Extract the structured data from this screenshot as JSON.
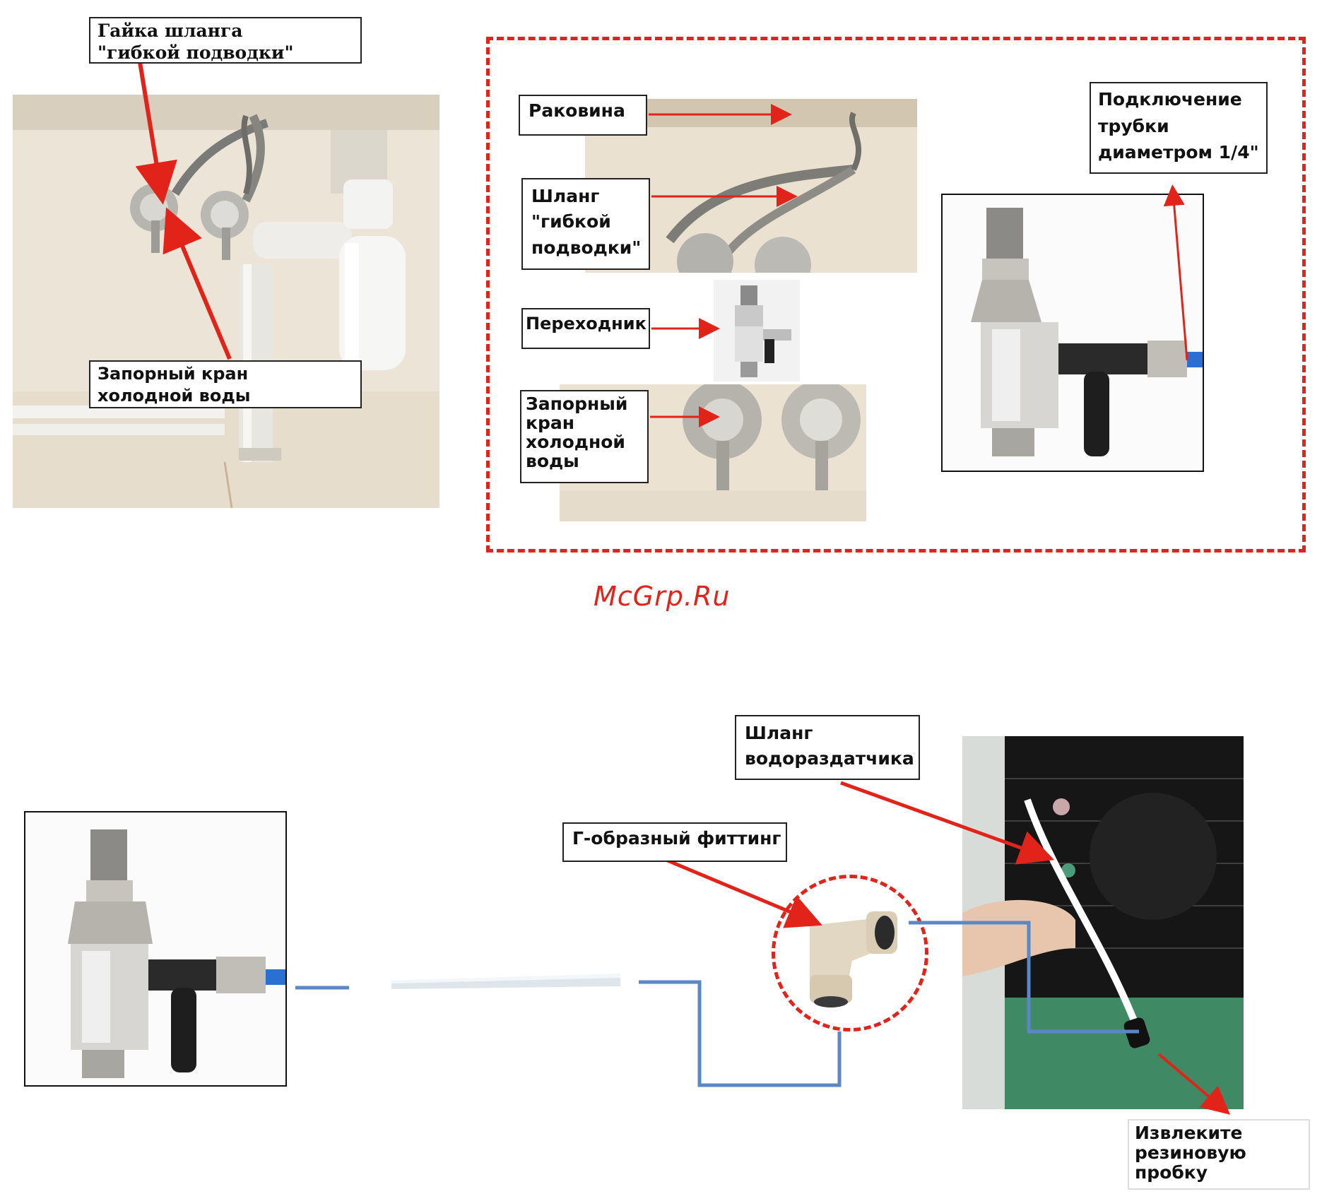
{
  "watermark": "McGrp.Ru",
  "top_left": {
    "nut_label": [
      "Гайка шланга",
      "\"гибкой подводки\""
    ],
    "valve_label": [
      "Запорный кран",
      "холодной воды"
    ]
  },
  "top_right": {
    "sink_label": "Раковина",
    "hose_label": [
      "Шланг",
      "\"гибкой",
      "подводки\""
    ],
    "adapter_label": "Переходник",
    "valve_label": [
      "Запорный",
      "кран",
      "холодной",
      "воды"
    ],
    "tube_label": [
      "Подключение",
      "трубки",
      "диаметром 1/4\""
    ]
  },
  "bottom": {
    "dispenser_hose_label": [
      "Шланг",
      "водораздатчика"
    ],
    "fitting_label": "Г-образный фиттинг",
    "plug_label": [
      "Извлеките",
      "резиновую",
      "пробку"
    ]
  },
  "colors": {
    "arrow": "#e2231a",
    "dashed_frame": "#e2231a",
    "tube_line": "#5b87c5"
  },
  "icons": [
    "shutoff-valve-photo",
    "tee-adapter-photo",
    "elbow-fitting-photo",
    "dispenser-back-photo",
    "tube-photo"
  ]
}
